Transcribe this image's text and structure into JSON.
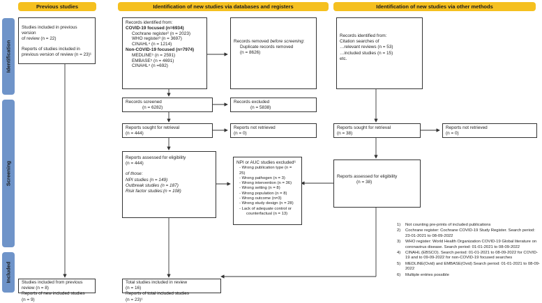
{
  "headers": {
    "previous": "Previous studies",
    "databases": "Identification of new studies via databases and registers",
    "other": "Identification of new studies via other methods"
  },
  "sides": {
    "identification": "Identification",
    "screening": "Screening",
    "included": "Included"
  },
  "prev_box": {
    "l1": "Studies included in previous version",
    "l2": "of review (n = 22)",
    "l3": "Reports of studies included in",
    "l4": "previous version of review (n = 23)¹"
  },
  "records": {
    "title": "Records identified from:",
    "covid_head": "COVID-19 focused (n=6934)",
    "cochrane": "Cochrane register² (n = 2023)",
    "who": "WHO register³ (n = 3697)",
    "cinahl": "CINAHL⁴ (n = 1214)",
    "noncovid_head": "Non-COVID-19 focused (n=7974)",
    "medline": "MEDLINE⁵ (n = 2591)",
    "embase": "EMBASE⁵ (n = 4691)",
    "cinahl2": "CINAHL⁴ (n =692)"
  },
  "removed": {
    "l1a": "Records removed ",
    "l1b": "before screening",
    "l1c": ":",
    "l2": "Duplicate records removed",
    "l3": "(n = 8626)"
  },
  "other_records": {
    "l1": "Records identified from:",
    "l2": "Citation searches of",
    "l3": "…relevant reviews (n = 53)",
    "l4": "…included studies (n = 15)",
    "l5": "etc."
  },
  "screened": {
    "l1": "Records screened",
    "l2": "(n = 6282)"
  },
  "excluded": {
    "l1": "Records excluded",
    "l2": "(n = 5838)"
  },
  "sought": {
    "l1": "Reports sought for retrieval",
    "l2": "(n = 444)"
  },
  "not_retrieved": {
    "l1": "Reports not retrieved",
    "l2": "(n = 0)"
  },
  "sought_other": {
    "l1": "Reports sought for retrieval",
    "l2": "(n = 38)"
  },
  "not_retrieved_other": {
    "l1": "Reports not retrieved",
    "l2": "(n = 0)"
  },
  "assessed": {
    "l1": "Reports assessed for eligibility",
    "l2": "(n = 444)",
    "l3": "of those:",
    "l4": "NPI studies (n = 149)",
    "l5": "Outbreak studies (n = 187)",
    "l6": "Risk factor studies:(n = 108)"
  },
  "npi": {
    "title": "NPI or AUC studies excluded⁶",
    "items": [
      "Wrong publication type (n = 25)",
      "Wrong pathogen (n = 3)",
      "Wrong intervention (n = 36)",
      "Wrong setting (n = 8)",
      "Wrong population (n = 8)",
      "Wrong outcome (n=3)",
      "Wrong study design (n = 28)",
      "Lack of adequate control or",
      "counterfactual (n = 13)"
    ]
  },
  "assessed_other": {
    "l1": "Reports assessed for eligibility",
    "l2": "(n = 38)"
  },
  "included_prev": {
    "l1": "Studies included from previous",
    "l2": "review (n = 8)",
    "l3": "Reports of new included studies",
    "l4": "(n = 9)"
  },
  "total": {
    "l1": "Total studies included in review",
    "l2": "(n = 16)",
    "l3": "Reports of total included studies",
    "l4": "(n = 23)¹"
  },
  "notes": [
    {
      "n": "1)",
      "t": "Not counting pre-prints of included publications"
    },
    {
      "n": "2)",
      "t": "Cochrane register: Cochrane COVID-19 Study Register. Search period: 23-01-2021 to 08-09-2022"
    },
    {
      "n": "3)",
      "t": "WHO register: World Health Organization COVID-19 Global literature on coronavirus disease. Search period: 01-01-2021 to 08-09-2022"
    },
    {
      "n": "4)",
      "t": "CINAHL (EBSCO). Search period: 01-01-2021 to 08-09-2022 for COVID-19 and to 09-09-2022 for non-COVID-19 focused searches"
    },
    {
      "n": "5)",
      "t": "MEDLINE(Ovid) and EMBASE(Ovid) Search period: 01-01-2021 to 08-09-2022"
    },
    {
      "n": "6)",
      "t": "Multiple entries possible"
    }
  ]
}
